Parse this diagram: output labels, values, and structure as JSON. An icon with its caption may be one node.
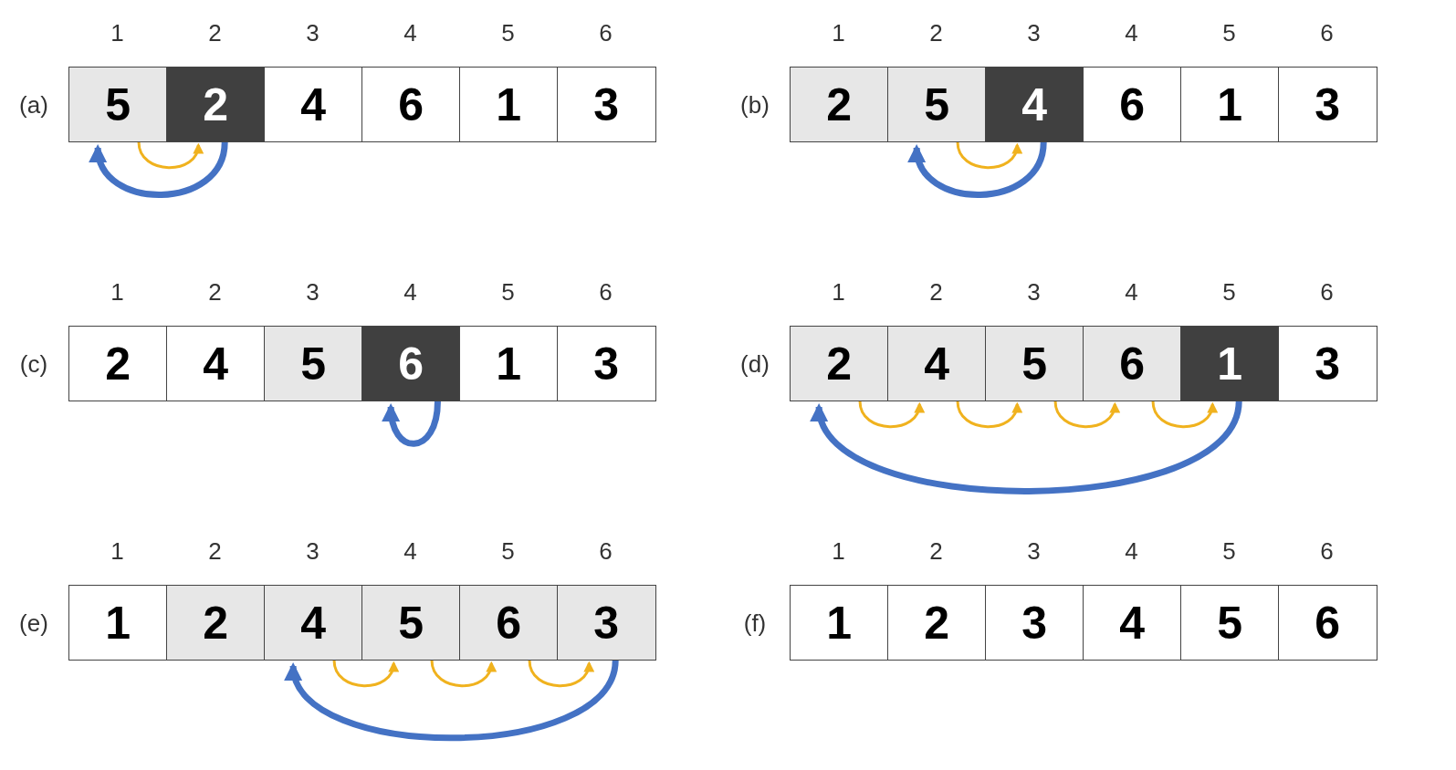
{
  "diagram": {
    "nodes": [
      {
        "text": [
          "5"
        ]
      },
      {
        "text": [
          "2"
        ]
      },
      {
        "text": [
          "4"
        ]
      },
      {
        "text": [
          "6"
        ]
      },
      {
        "text": [
          "1"
        ]
      },
      {
        "text": [
          "3"
        ]
      },
      {
        "text": [
          "2"
        ]
      },
      {
        "text": [
          "5"
        ]
      },
      {
        "text": [
          "4"
        ]
      },
      {
        "text": [
          "6"
        ]
      },
      {
        "text": [
          "1"
        ]
      },
      {
        "text": [
          "3"
        ]
      },
      {
        "text": [
          "2"
        ]
      },
      {
        "text": [
          "4"
        ]
      },
      {
        "text": [
          "5"
        ]
      },
      {
        "text": [
          "6"
        ]
      },
      {
        "text": [
          "1"
        ]
      },
      {
        "text": [
          "3"
        ]
      },
      {
        "text": [
          "2"
        ]
      },
      {
        "text": [
          "4"
        ]
      },
      {
        "text": [
          "5"
        ]
      },
      {
        "text": [
          "6"
        ]
      },
      {
        "text": [
          "1"
        ]
      },
      {
        "text": [
          "3"
        ]
      },
      {
        "text": [
          "1"
        ]
      },
      {
        "text": [
          "2"
        ]
      },
      {
        "text": [
          "4"
        ]
      },
      {
        "text": [
          "5"
        ]
      },
      {
        "text": [
          "6"
        ]
      },
      {
        "text": [
          "3"
        ]
      },
      {
        "text": [
          "1"
        ]
      },
      {
        "text": [
          "2"
        ]
      },
      {
        "text": [
          "3"
        ]
      },
      {
        "text": [
          "4"
        ]
      },
      {
        "text": [
          "5"
        ]
      },
      {
        "text": [
          "6"
        ]
      }
    ],
    "edges": [
      {
        "from": 0,
        "to": 1,
        "arrow": "to"
      },
      {
        "from": 1,
        "to": 0,
        "arrow": "to",
        "style": "thick",
        "color": "#4472c4"
      },
      {
        "from": 7,
        "to": 8,
        "arrow": "to"
      },
      {
        "from": 8,
        "to": 7,
        "arrow": "to",
        "style": "thick",
        "color": "#4472c4"
      },
      {
        "from": 15,
        "to": 15,
        "arrow": "to",
        "style": "thick",
        "color": "#4472c4"
      },
      {
        "from": 18,
        "to": 19,
        "arrow": "to"
      },
      {
        "from": 19,
        "to": 20,
        "arrow": "to"
      },
      {
        "from": 20,
        "to": 21,
        "arrow": "to"
      },
      {
        "from": 21,
        "to": 22,
        "arrow": "to"
      },
      {
        "from": 22,
        "to": 18,
        "arrow": "to",
        "style": "thick",
        "color": "#4472c4"
      },
      {
        "from": 26,
        "to": 27,
        "arrow": "to"
      },
      {
        "from": 27,
        "to": 28,
        "arrow": "to"
      },
      {
        "from": 28,
        "to": 29,
        "arrow": "to"
      },
      {
        "from": 29,
        "to": 26,
        "arrow": "to",
        "style": "thick",
        "color": "#4472c4"
      }
    ],
    "labels": [
      "1",
      "2",
      "3",
      "4",
      "5",
      "6",
      "(a)",
      "1",
      "2",
      "3",
      "4",
      "5",
      "6",
      "(b)",
      "1",
      "2",
      "3",
      "4",
      "5",
      "6",
      "(c)",
      "1",
      "2",
      "3",
      "4",
      "5",
      "6",
      "(d)",
      "1",
      "2",
      "3",
      "4",
      "5",
      "6",
      "(e)",
      "1",
      "2",
      "3",
      "4",
      "5",
      "6",
      "(f)"
    ]
  }
}
